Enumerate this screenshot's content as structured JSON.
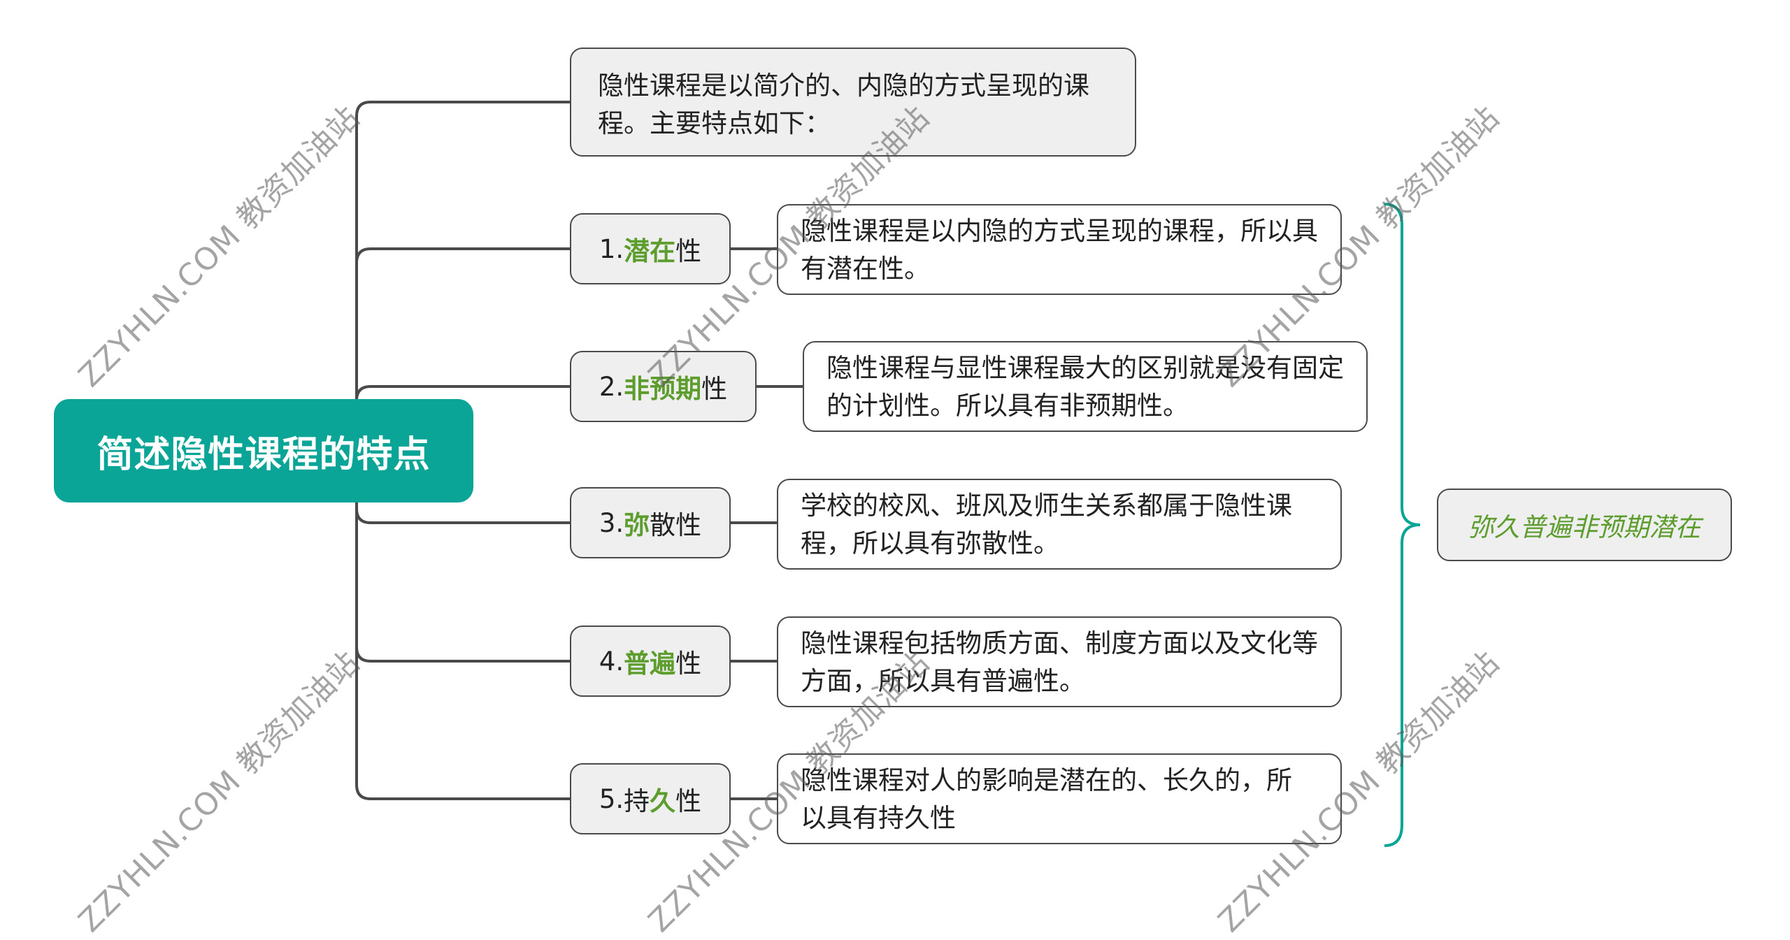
{
  "root": {
    "label": "简述隐性课程的特点"
  },
  "intro": {
    "text": "隐性课程是以简介的、内隐的方式呈现的课程。主要特点如下："
  },
  "topics": [
    {
      "number": "1.",
      "highlight": "潜在",
      "suffix": "性",
      "desc": "隐性课程是以内隐的方式呈现的课程，所以具有潜在性。"
    },
    {
      "number": "2.",
      "highlight": "非预期",
      "suffix": "性",
      "desc": "隐性课程与显性课程最大的区别就是没有固定的计划性。所以具有非预期性。"
    },
    {
      "number": "3.",
      "highlight": "弥",
      "suffix": "散性",
      "desc": "学校的校风、班风及师生关系都属于隐性课程，所以具有弥散性。"
    },
    {
      "number": "4.",
      "highlight": "普遍",
      "suffix": "性",
      "desc": "隐性课程包括物质方面、制度方面以及文化等方面，所以具有普遍性。"
    },
    {
      "number": "5.",
      "prefix": "持",
      "highlight": "久",
      "suffix": "性",
      "desc": "隐性课程对人的影响是潜在的、长久的，所 以具有持久性"
    }
  ],
  "summary": {
    "text": "弥久普遍非预期潜在"
  },
  "watermark": {
    "text": "ZZYHLN.COM 教资加油站"
  },
  "colors": {
    "root_bg": "#0aa596",
    "highlight": "#5c9d2d",
    "brace": "#0aa596",
    "line": "#4a4a4a",
    "box_fill": "#efefef"
  }
}
